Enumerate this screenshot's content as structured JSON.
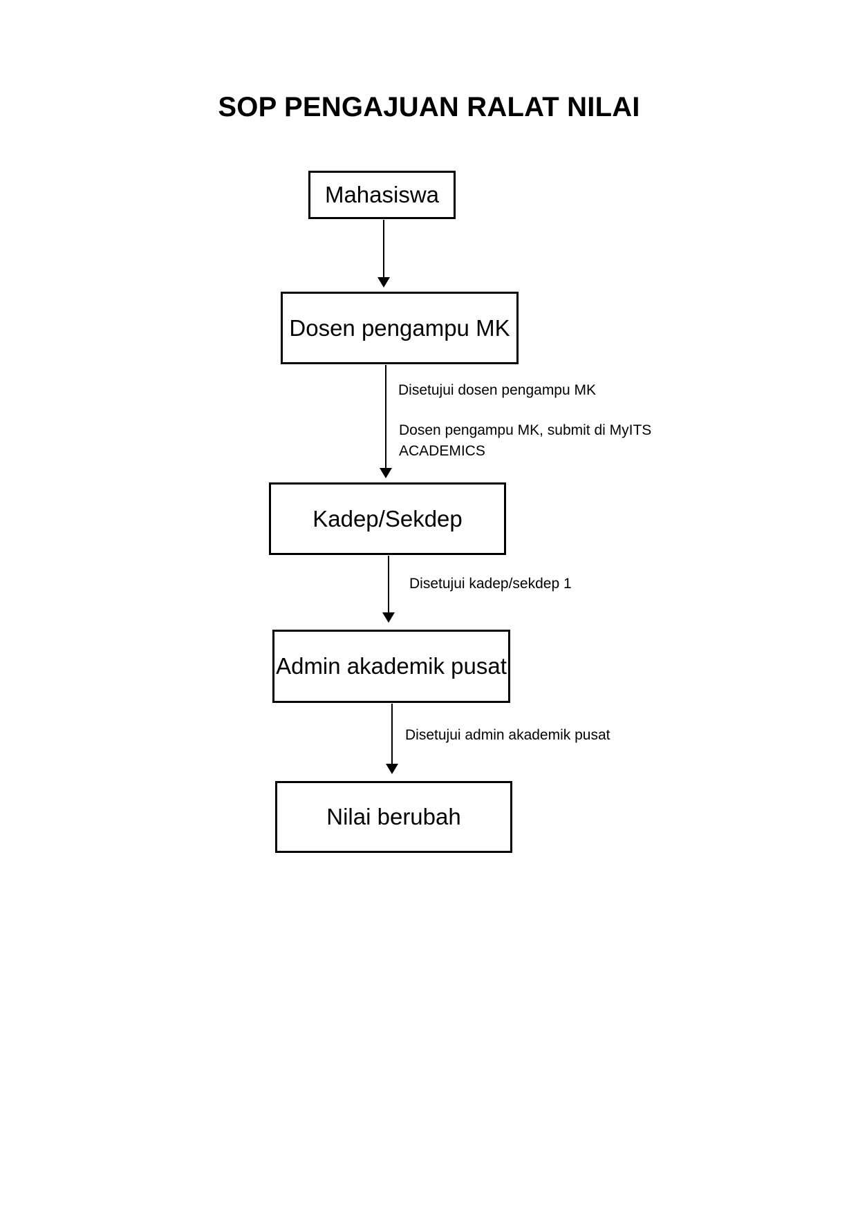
{
  "document": {
    "title": "SOP PENGAJUAN RALAT NILAI"
  },
  "flowchart": {
    "type": "flowchart",
    "orientation": "top-to-bottom",
    "nodes": [
      {
        "id": "mahasiswa",
        "label": "Mahasiswa"
      },
      {
        "id": "dosen",
        "label": "Dosen pengampu MK"
      },
      {
        "id": "kadep",
        "label": "Kadep/Sekdep"
      },
      {
        "id": "admin",
        "label": "Admin akademik pusat"
      },
      {
        "id": "nilai",
        "label": "Nilai berubah"
      }
    ],
    "edges": [
      {
        "from": "mahasiswa",
        "to": "dosen",
        "label": ""
      },
      {
        "from": "dosen",
        "to": "kadep",
        "label_1": "Disetujui dosen pengampu MK",
        "label_2": "Dosen pengampu MK, submit di MyITS ACADEMICS"
      },
      {
        "from": "kadep",
        "to": "admin",
        "label": "Disetujui kadep/sekdep 1"
      },
      {
        "from": "admin",
        "to": "nilai",
        "label": "Disetujui admin akademik pusat"
      }
    ]
  },
  "colors": {
    "stroke": "#000000",
    "background": "#ffffff",
    "text": "#000000"
  }
}
